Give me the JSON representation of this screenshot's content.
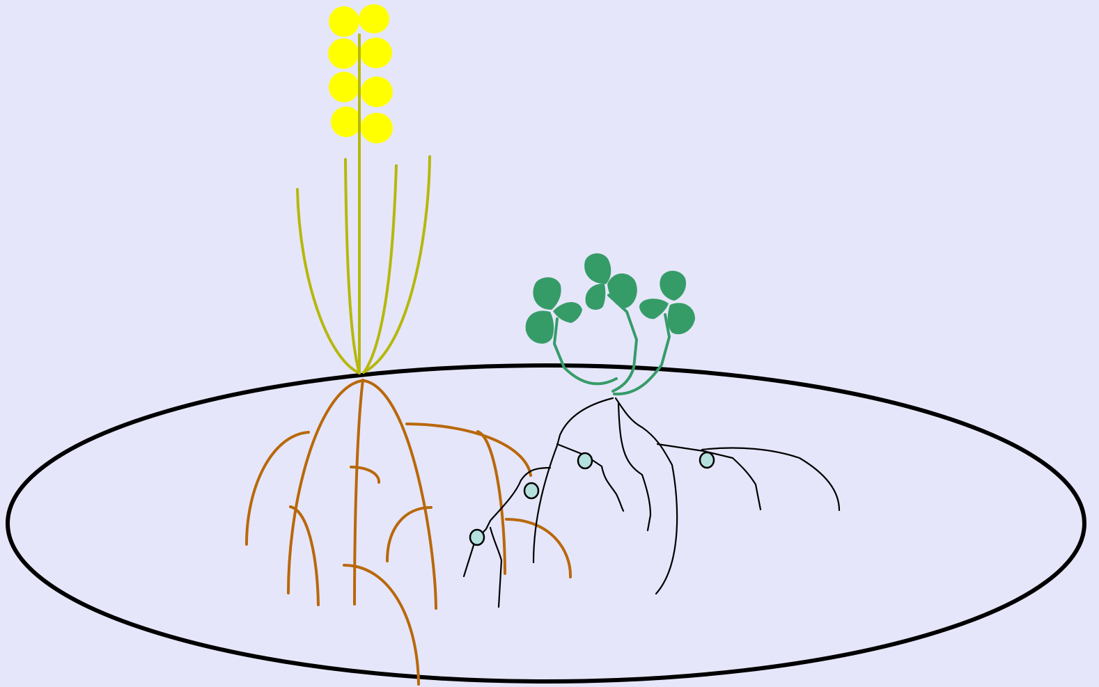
{
  "diagram": {
    "background_color": "#E6E6FA",
    "colors": {
      "soil_outline": "#000000",
      "grass_flower": "#FFFF00",
      "grass_stem": "#B5B80C",
      "grass_root": "#B8680A",
      "clover_leaf": "#359C68",
      "clover_stem": "#359C68",
      "clover_root": "#000000",
      "root_nodule": "#B4E1DE"
    },
    "icons": {
      "grass_plant": "grass-plant-icon",
      "clover_plant": "clover-plant-icon",
      "root_nodule": "root-nodule-icon"
    },
    "counts": {
      "grass_florets": 8,
      "grass_leaves": 5,
      "clover_leaflet_groups": 3,
      "root_nodules": 4
    }
  }
}
